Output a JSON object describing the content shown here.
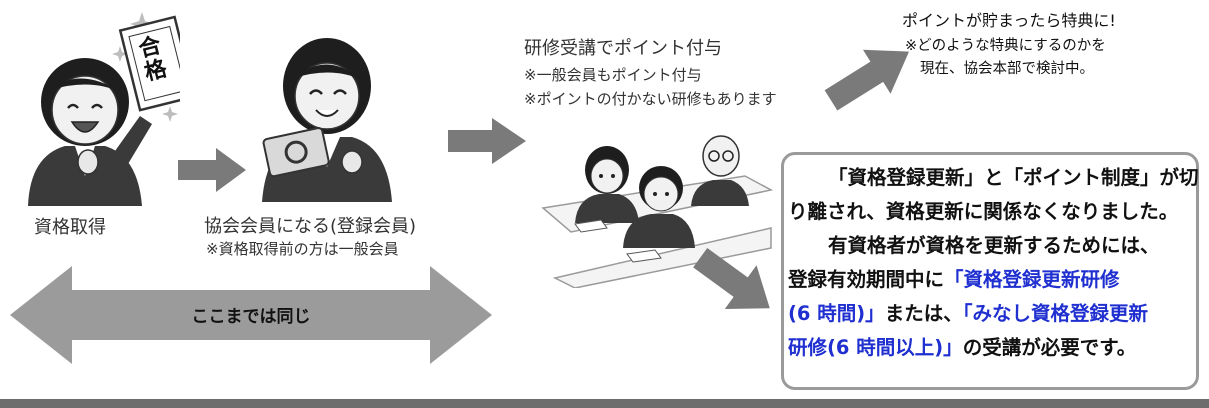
{
  "steps": {
    "acquire": {
      "label": "資格取得"
    },
    "member": {
      "label": "協会会員になる(登録会員)",
      "note": "※資格取得前の方は一般会員"
    }
  },
  "certificate": {
    "line1": "合",
    "line2": "格"
  },
  "training": {
    "title": "研修受講でポイント付与",
    "note1": "※一般会員もポイント付与",
    "note2": "※ポイントの付かない研修もあります"
  },
  "benefit": {
    "title": "ポイントが貯まったら特典に!",
    "note1": "※どのような特典にするのかを",
    "note2": "現在、協会本部で検討中。"
  },
  "same_arrow": {
    "label": "ここまでは同じ"
  },
  "info": {
    "l1": "「資格登録更新」と「ポイント制度」が切",
    "l2": "り離され、資格更新に関係なくなりました。",
    "l3": "有資格者が資格を更新するためには、",
    "l4a": "登録有効期間中に",
    "l4b": "「資格登録更新研修",
    "l5a": "(6 時間)」",
    "l5b": "または、",
    "l5c": "「みなし資格登録更新",
    "l6a": "研修(6 時間以上)」",
    "l6b": "の受講が必要です。"
  },
  "colors": {
    "arrow": "#7a7a7a",
    "highlight": "#1f2fd0",
    "box_border": "#9a9a9a"
  }
}
